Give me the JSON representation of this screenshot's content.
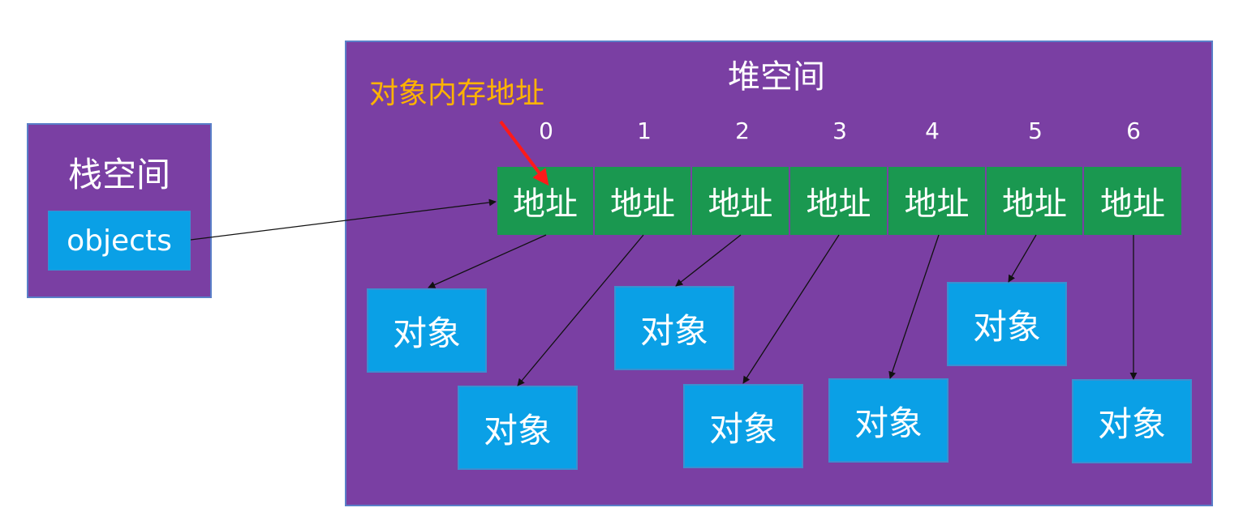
{
  "stack": {
    "title": "栈空间",
    "variable": "objects"
  },
  "heap": {
    "title": "堆空间"
  },
  "annotation": "对象内存地址",
  "array": {
    "indices": [
      "0",
      "1",
      "2",
      "3",
      "4",
      "5",
      "6"
    ],
    "cells": [
      "地址",
      "地址",
      "地址",
      "地址",
      "地址",
      "地址",
      "地址"
    ]
  },
  "objects": [
    "对象",
    "对象",
    "对象",
    "对象",
    "对象",
    "对象",
    "对象"
  ],
  "colors": {
    "panel": "#7a3fa3",
    "cell": "#1a9850",
    "box": "#0aa0e6",
    "annotation": "#ffb300",
    "pointer_arrow": "#ff1a1a"
  }
}
